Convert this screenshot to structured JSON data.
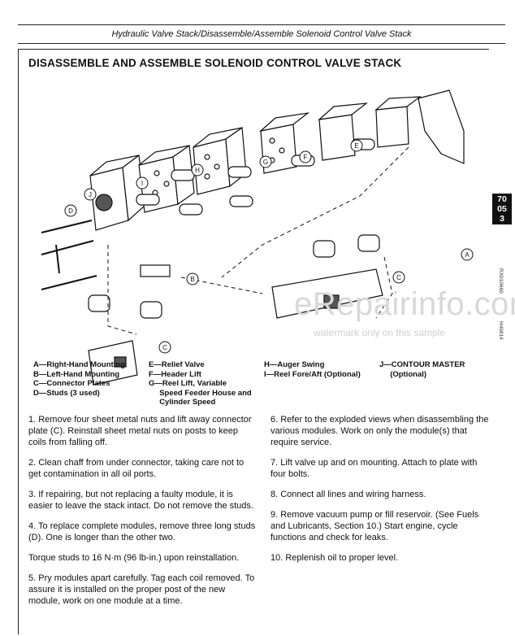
{
  "header": {
    "title": "Hydraulic Valve Stack/Disassemble/Assemble Solenoid Control Valve Stack"
  },
  "section": {
    "title": "DISASSEMBLE AND ASSEMBLE SOLENOID CONTROL VALVE STACK"
  },
  "figure": {
    "callouts": [
      "J",
      "I",
      "H",
      "G",
      "F",
      "E",
      "D",
      "B",
      "A",
      "C",
      "C"
    ]
  },
  "legend": {
    "col1": [
      "A—Right-Hand Mounting",
      "B—Left-Hand Mounting",
      "C—Connector Plates",
      "D—Studs (3 used)"
    ],
    "col2": [
      "E—Relief Valve",
      "F—Header Lift",
      "G—Reel Lift, Variable",
      "     Speed Feeder House and",
      "     Cylinder Speed"
    ],
    "col3": [
      "H—Auger Swing",
      "I—Reel Fore/Aft (Optional)"
    ],
    "col4": [
      "J—CONTOUR MASTER",
      "     (Optional)"
    ]
  },
  "steps_left": [
    "1. Remove four sheet metal nuts and lift away connector plate (C). Reinstall sheet metal nuts on posts to keep coils from falling off.",
    "2. Clean chaff from under connector, taking care not to get contamination in all oil ports.",
    "3. If repairing, but not replacing a faulty module, it is easier to leave the stack intact. Do not remove the studs.",
    "4. To replace complete modules, remove three long studs (D). One is longer than the other two.",
    "Torque studs to 16 N·m (96 lb-in.) upon reinstallation.",
    "5. Pry modules apart carefully. Tag each coil removed. To assure it is installed on the proper post of the new module, work on one module at a time."
  ],
  "steps_right": [
    "6. Refer to the exploded views when disassembling the various modules. Work on only the module(s) that require service.",
    "7. Lift valve up and on mounting. Attach to plate with four bolts.",
    "8. Connect all lines and wiring harness.",
    "9. Remove vacuum pump or fill reservoir. (See Fuels and Lubricants, Section 10.) Start engine, cycle functions and check for leaks.",
    "10. Replenish oil to proper level."
  ],
  "side_tab": {
    "line1": "70",
    "line2": "05",
    "line3": "3"
  },
  "side_codes": {
    "code1": "RX010660",
    "code2": "H49814"
  },
  "watermark": {
    "main": "eRepairinfo.com",
    "sub": "watermark only on this sample"
  }
}
